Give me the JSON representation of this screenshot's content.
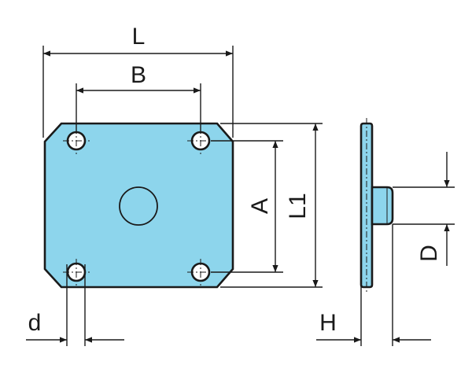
{
  "labels": {
    "L": "L",
    "B": "B",
    "A": "A",
    "L1": "L1",
    "d": "d",
    "H": "H",
    "D": "D"
  },
  "colors": {
    "plate_fill": "#8dd5ec",
    "outline": "#1a1a1a",
    "background": "#ffffff"
  }
}
